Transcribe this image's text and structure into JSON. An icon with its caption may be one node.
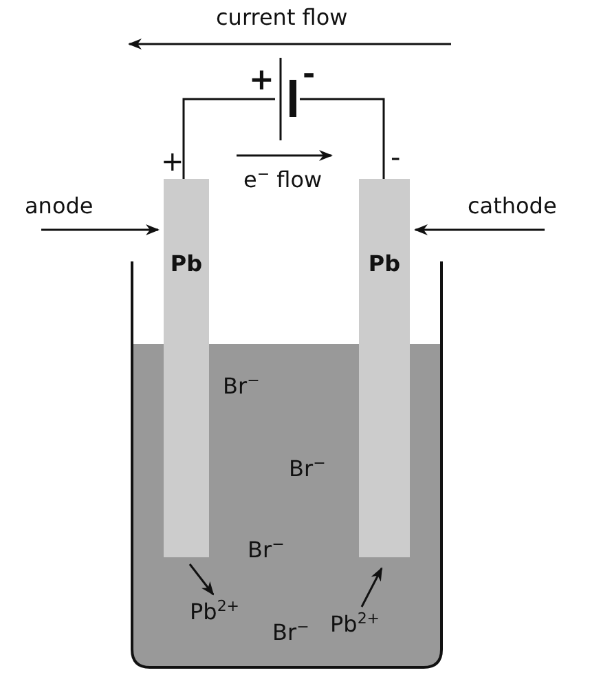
{
  "diagram": {
    "nodes": [
      {
        "text": [
          "anode"
        ]
      },
      {
        "text": [
          "cathode"
        ]
      },
      {
        "text": [
          "Pb"
        ],
        "beside": [
          "+"
        ]
      },
      {
        "text": [
          "Pb"
        ],
        "beside": [
          "-"
        ]
      },
      {
        "text": [
          "Pb$^{2+}$"
        ]
      },
      {
        "text": [
          "Pb$^{2+}$"
        ]
      },
      {
        "text": [],
        "shape": "battery",
        "beside": [
          "+",
          "-"
        ]
      }
    ],
    "edges": [
      {
        "from": 0,
        "to": 2,
        "arrow": "to"
      },
      {
        "from": 1,
        "to": 3,
        "arrow": "to"
      },
      {
        "from": 2,
        "to": 4,
        "arrow": "to"
      },
      {
        "from": 5,
        "to": 3,
        "arrow": "to"
      },
      {
        "from": 6,
        "to": 2,
        "arrow": "none"
      },
      {
        "from": 6,
        "to": 3,
        "arrow": "none"
      }
    ],
    "labels": [
      "current flow",
      "e$^{−}$ flow",
      "Br$^{−}$",
      "Br$^{−}$",
      "Br$^{−}$",
      "Br$^{−}$"
    ]
  }
}
